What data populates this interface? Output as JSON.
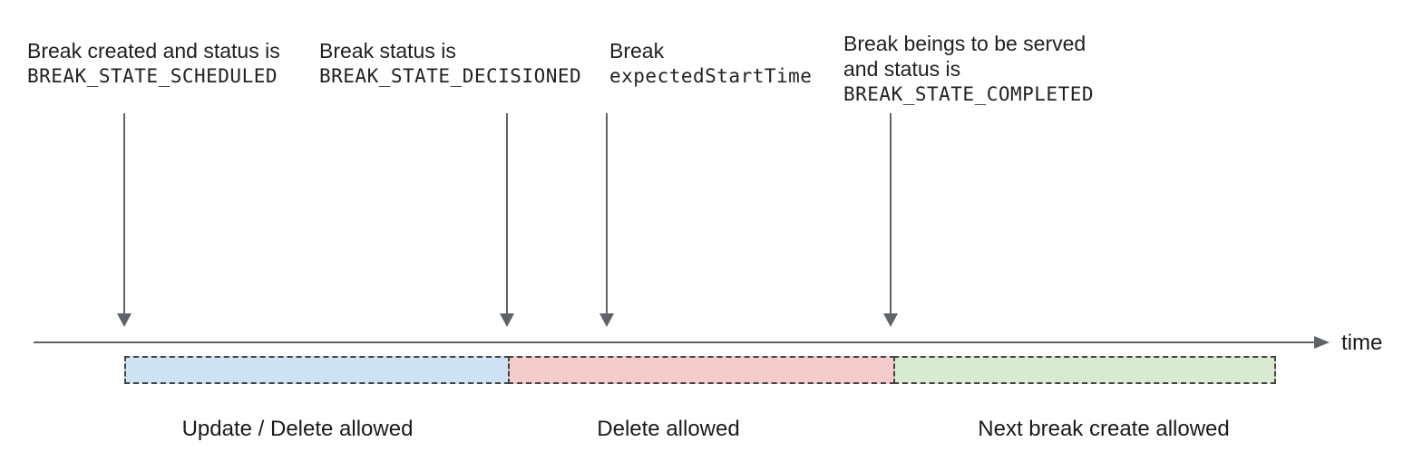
{
  "annotations": [
    {
      "text": "Break created and status is",
      "code": "BREAK_STATE_SCHEDULED"
    },
    {
      "text": "Break status is",
      "code": "BREAK_STATE_DECISIONED"
    },
    {
      "text": "Break",
      "code": "expectedStartTime"
    },
    {
      "text": "Break beings to be served",
      "text2": "and status is",
      "code": "BREAK_STATE_COMPLETED"
    }
  ],
  "timeline": {
    "axis_label": "time"
  },
  "segments": [
    {
      "label": "Update / Delete allowed",
      "color": "#cfe2f3"
    },
    {
      "label": "Delete allowed",
      "color": "#f4cccc"
    },
    {
      "label": "Next break create allowed",
      "color": "#d9ead3"
    }
  ],
  "colors": {
    "segment_blue": "#cfe2f3",
    "segment_red": "#f4cccc",
    "segment_green": "#d9ead3",
    "dashed_border": "#434343",
    "axis_gray": "#5f6368",
    "text": "#1a1a1a"
  }
}
